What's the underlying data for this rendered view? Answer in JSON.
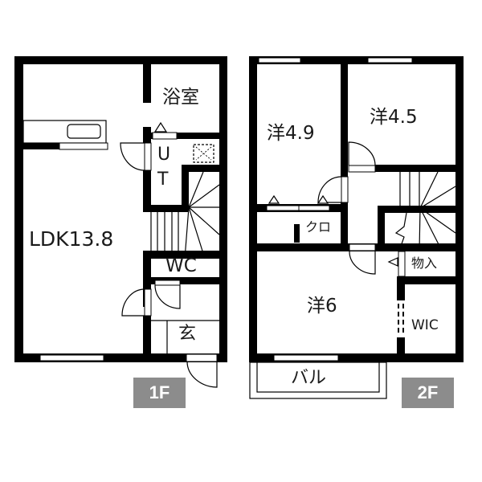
{
  "floors": [
    {
      "id": "1F",
      "badge": "1F",
      "rooms": [
        {
          "name": "ldk",
          "label": "LDK13.8"
        },
        {
          "name": "bathroom",
          "label": "浴室"
        },
        {
          "name": "utility",
          "label_u": "U",
          "label_t": "T"
        },
        {
          "name": "toilet",
          "label": "WC"
        },
        {
          "name": "entrance",
          "label": "玄"
        }
      ]
    },
    {
      "id": "2F",
      "badge": "2F",
      "rooms": [
        {
          "name": "western-room-4-9",
          "label": "洋4.9"
        },
        {
          "name": "western-room-4-5",
          "label": "洋4.5"
        },
        {
          "name": "closet",
          "label": "クロ"
        },
        {
          "name": "storage",
          "label": "物入"
        },
        {
          "name": "western-room-6",
          "label": "洋6"
        },
        {
          "name": "walk-in-closet",
          "label": "WIC"
        },
        {
          "name": "balcony",
          "label": "バル"
        }
      ]
    }
  ],
  "colors": {
    "wall": "#000000",
    "background": "#ffffff",
    "badge": "#8c8c8c",
    "badge_text": "#ffffff"
  }
}
